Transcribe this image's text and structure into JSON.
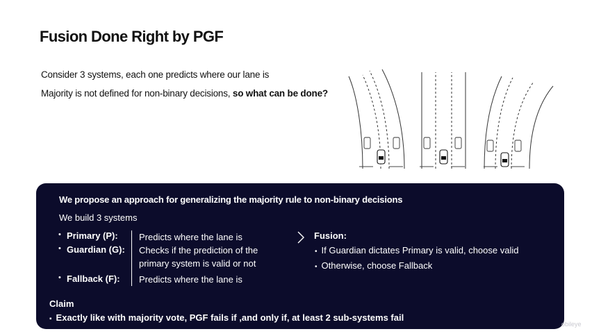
{
  "slide": {
    "title": "Fusion Done Right by PGF",
    "intro_line1": "Consider 3 systems, each one predicts where our lane  is",
    "intro_line2_prefix": "Majority is not defined for non-binary decisions, ",
    "intro_line2_bold": "so what can be done?"
  },
  "illustration": {
    "icon": "three-lane-road-scenarios-icon"
  },
  "panel": {
    "headline": "We propose an approach for generalizing the majority rule to non-binary decisions",
    "build": "We build 3 systems",
    "systems": [
      {
        "bullet": "•",
        "name": "Primary (P):",
        "description": "Predicts where the lane is"
      },
      {
        "bullet": "•",
        "name": "Guardian (G):",
        "description": "Checks if the prediction of the primary system is valid or not"
      },
      {
        "bullet": "•",
        "name": "Fallback (F):",
        "description": "Predicts where the lane is"
      }
    ],
    "fusion": {
      "title": "Fusion:",
      "items": [
        "If Guardian dictates Primary is valid, choose valid",
        "Otherwise, choose Fallback"
      ]
    },
    "claim": {
      "title": "Claim",
      "text": "Exactly like with majority vote, PGF fails if ,and only if, at least 2 sub-systems fail"
    }
  },
  "logo": "obileye"
}
